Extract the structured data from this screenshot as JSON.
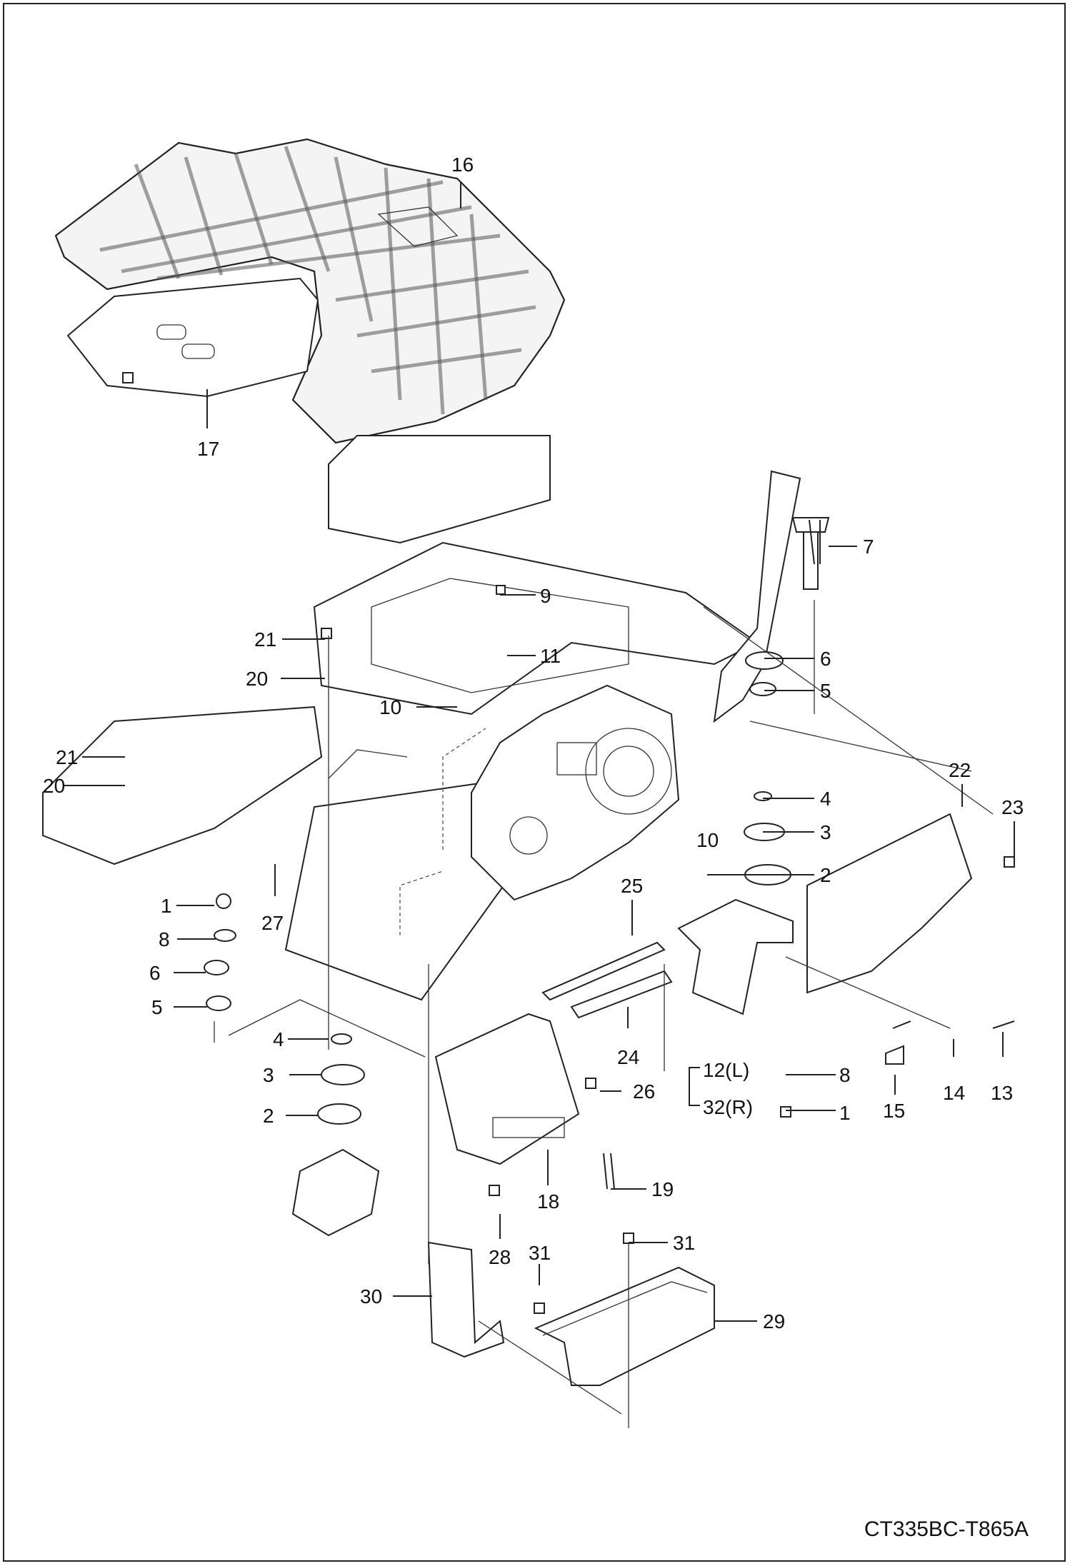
{
  "diagram": {
    "document_code": "CT335BC-T865A",
    "callouts": [
      {
        "id": "c16",
        "label": "16"
      },
      {
        "id": "c17",
        "label": "17"
      },
      {
        "id": "c7",
        "label": "7"
      },
      {
        "id": "c9",
        "label": "9"
      },
      {
        "id": "c11",
        "label": "11"
      },
      {
        "id": "c21a",
        "label": "21"
      },
      {
        "id": "c20a",
        "label": "20"
      },
      {
        "id": "c10a",
        "label": "10"
      },
      {
        "id": "c6a",
        "label": "6"
      },
      {
        "id": "c5a",
        "label": "5"
      },
      {
        "id": "c21b",
        "label": "21"
      },
      {
        "id": "c20b",
        "label": "20"
      },
      {
        "id": "c22",
        "label": "22"
      },
      {
        "id": "c23",
        "label": "23"
      },
      {
        "id": "c4a",
        "label": "4"
      },
      {
        "id": "c3a",
        "label": "3"
      },
      {
        "id": "c10b",
        "label": "10"
      },
      {
        "id": "c2a",
        "label": "2"
      },
      {
        "id": "c25",
        "label": "25"
      },
      {
        "id": "c1a",
        "label": "1"
      },
      {
        "id": "c27",
        "label": "27"
      },
      {
        "id": "c8a",
        "label": "8"
      },
      {
        "id": "c6b",
        "label": "6"
      },
      {
        "id": "c5b",
        "label": "5"
      },
      {
        "id": "c24",
        "label": "24"
      },
      {
        "id": "c12",
        "label": "12(L)"
      },
      {
        "id": "c8b",
        "label": "8"
      },
      {
        "id": "c14",
        "label": "14"
      },
      {
        "id": "c13",
        "label": "13"
      },
      {
        "id": "c4b",
        "label": "4"
      },
      {
        "id": "c26",
        "label": "26"
      },
      {
        "id": "c32",
        "label": "32(R)"
      },
      {
        "id": "c1b",
        "label": "1"
      },
      {
        "id": "c15",
        "label": "15"
      },
      {
        "id": "c3b",
        "label": "3"
      },
      {
        "id": "c2b",
        "label": "2"
      },
      {
        "id": "c19",
        "label": "19"
      },
      {
        "id": "c18",
        "label": "18"
      },
      {
        "id": "c28",
        "label": "28"
      },
      {
        "id": "c31a",
        "label": "31"
      },
      {
        "id": "c31b",
        "label": "31"
      },
      {
        "id": "c30",
        "label": "30"
      },
      {
        "id": "c29",
        "label": "29"
      }
    ]
  }
}
